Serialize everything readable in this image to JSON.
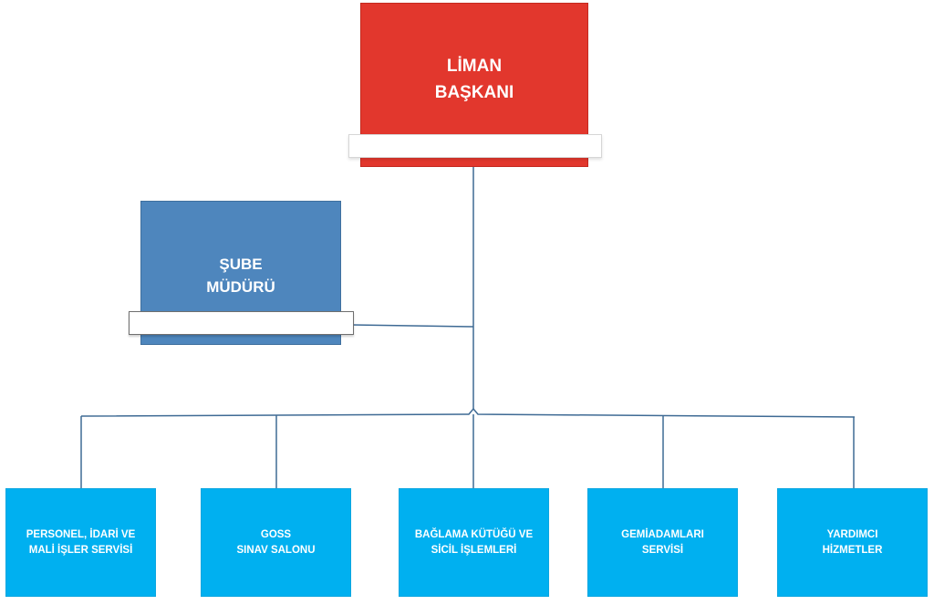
{
  "top": {
    "title": "LİMAN\nBAŞKANI",
    "color": "#e2372d"
  },
  "branch": {
    "title": "ŞUBE\nMÜDÜRÜ",
    "color": "#4e86bd"
  },
  "departments": [
    {
      "title": "PERSONEL, İDARİ VE\nMALİ İŞLER SERVİSİ"
    },
    {
      "title": "GOSS\nSINAV SALONU"
    },
    {
      "title": "BAĞLAMA KÜTÜĞÜ VE\nSİCİL İŞLEMLERİ"
    },
    {
      "title": "GEMİADAMLARI\nSERVİSİ"
    },
    {
      "title": "YARDIMCI\nHİZMETLER"
    }
  ],
  "colors": {
    "department": "#00b0f0",
    "connector": "#3e6a94"
  }
}
